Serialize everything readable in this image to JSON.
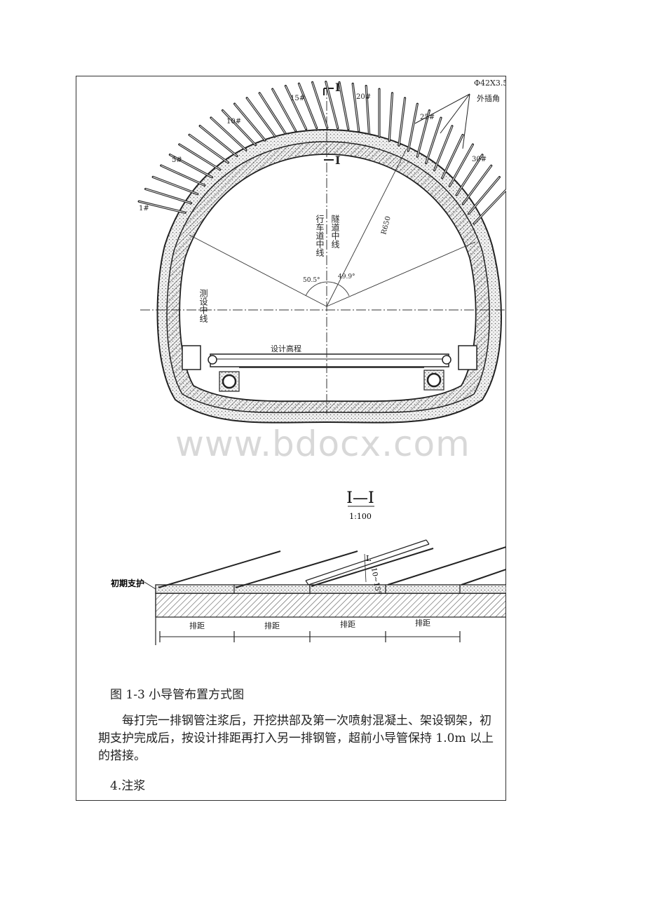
{
  "figure": {
    "spec_note": "Φ42X3.5",
    "spec_note_2": "外插角",
    "section_marker_top": "I",
    "section_marker_mid": "I",
    "pipe_labels": [
      "1#",
      "5#",
      "10#",
      "15#",
      "20#",
      "25#",
      "30#"
    ],
    "labels": {
      "lane_center": "行车道中线",
      "tunnel_center": "隧道中线",
      "survey_center": "测设中线",
      "design_elevation": "设计高程",
      "radius": "R650",
      "angle_left": "50.5°",
      "angle_right": "49.9°"
    },
    "section": {
      "title": "I—I",
      "scale": "1:100",
      "support_label": "初期支护",
      "length_label": "L",
      "angle_label": "10~15°",
      "spacing_labels": [
        "排距",
        "排距",
        "排距",
        "排距"
      ]
    }
  },
  "watermark": "www.bdocx.com",
  "caption": "图 1-3 小导管布置方式图",
  "paragraph": "每打完一排钢管注浆后，开挖拱部及第一次喷射混凝土、架设钢架，初期支护完成后，按设计排距再打入另一排钢管，超前小导管保持 1.0m 以上的搭接。",
  "subheading": "4.注浆"
}
